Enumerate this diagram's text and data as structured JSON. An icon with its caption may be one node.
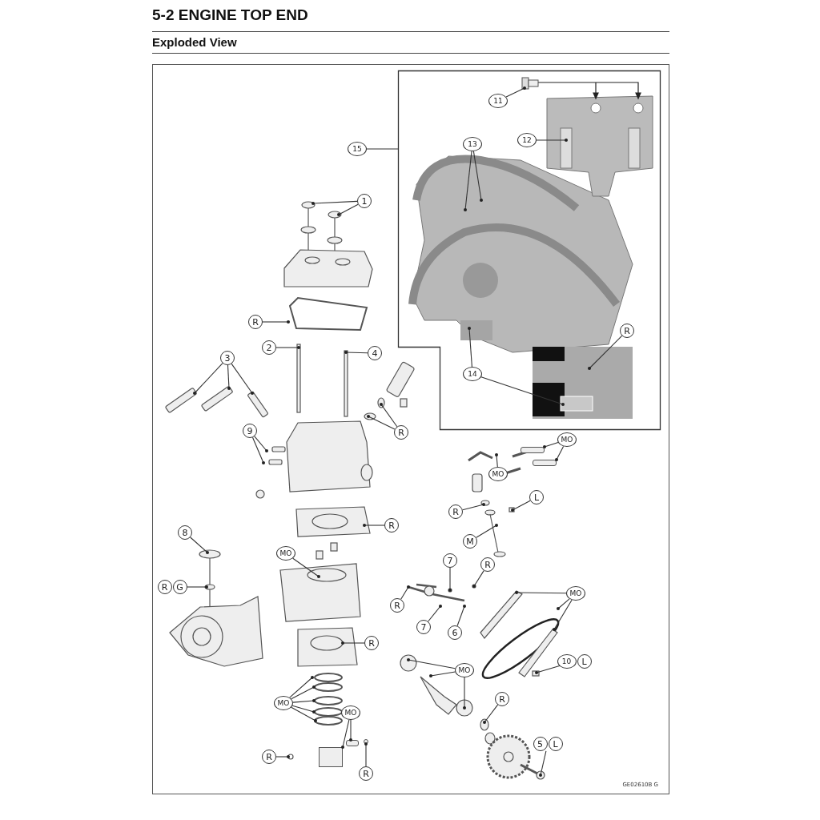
{
  "diagram": {
    "title": "5-2 ENGINE TOP END",
    "nodes": [
      {
        "text": [],
        "shape": "picture"
      },
      {
        "text": [
          "15"
        ]
      },
      {
        "text": [
          "11"
        ],
        "in": 0
      },
      {
        "text": [
          "12"
        ],
        "in": 0
      },
      {
        "text": [
          "13"
        ],
        "in": 0
      },
      {
        "text": [
          "14"
        ],
        "in": 0
      },
      {
        "text": [
          "R"
        ],
        "in": 0
      },
      {
        "text": [
          "1"
        ]
      },
      {
        "text": [
          "R"
        ]
      },
      {
        "text": [
          "2"
        ]
      },
      {
        "text": [
          "4"
        ]
      },
      {
        "text": [
          "3"
        ]
      },
      {
        "text": [
          "9"
        ]
      },
      {
        "text": [
          "R"
        ]
      },
      {
        "text": [
          "R"
        ]
      },
      {
        "text": [
          "8"
        ]
      },
      {
        "text": [
          "R",
          "G"
        ]
      },
      {
        "text": [
          "MO"
        ]
      },
      {
        "text": [
          "R"
        ]
      },
      {
        "text": [
          "MO"
        ]
      },
      {
        "text": [
          "MO"
        ]
      },
      {
        "text": [
          "R"
        ]
      },
      {
        "text": [
          "R"
        ]
      },
      {
        "text": [
          "MO"
        ]
      },
      {
        "text": [
          "MO"
        ]
      },
      {
        "text": [
          "R"
        ]
      },
      {
        "text": [
          "L"
        ]
      },
      {
        "text": [
          "M"
        ]
      },
      {
        "text": [
          "7"
        ]
      },
      {
        "text": [
          "R"
        ]
      },
      {
        "text": [
          "R"
        ]
      },
      {
        "text": [
          "7"
        ]
      },
      {
        "text": [
          "6"
        ]
      },
      {
        "text": [
          "MO"
        ]
      },
      {
        "text": [
          "10",
          "L"
        ]
      },
      {
        "text": [
          "MO"
        ]
      },
      {
        "text": [
          "R"
        ]
      },
      {
        "text": [
          "5",
          "L"
        ]
      },
      {
        "text": [],
        "shape": "bar"
      },
      {
        "text": [],
        "shape": "bar"
      },
      {
        "text": [],
        "shape": "circle"
      },
      {
        "text": [],
        "shape": "bar"
      },
      {
        "text": [],
        "shape": "box"
      }
    ],
    "edges": [
      {
        "from": 1,
        "to": 0,
        "arrow": "none"
      },
      {
        "from": 2,
        "to": null,
        "arrow": "other"
      },
      {
        "from": 3,
        "to": null,
        "arrow": "other"
      },
      {
        "from": 4,
        "to": null,
        "arrow": "other"
      },
      {
        "from": 4,
        "to": null,
        "arrow": "other"
      },
      {
        "from": 5,
        "to": null,
        "arrow": "other"
      },
      {
        "from": 5,
        "to": null,
        "arrow": "other"
      },
      {
        "from": 6,
        "to": null,
        "arrow": "other"
      },
      {
        "from": 7,
        "to": null,
        "arrow": "other"
      },
      {
        "from": 7,
        "to": null,
        "arrow": "other"
      },
      {
        "from": 8,
        "to": null,
        "arrow": "other"
      },
      {
        "from": 9,
        "to": null,
        "arrow": "other"
      },
      {
        "from": 10,
        "to": null,
        "arrow": "other"
      },
      {
        "from": 11,
        "to": null,
        "arrow": "other"
      },
      {
        "from": 11,
        "to": null,
        "arrow": "other"
      },
      {
        "from": 11,
        "to": null,
        "arrow": "other"
      },
      {
        "from": 12,
        "to": null,
        "arrow": "other"
      },
      {
        "from": 12,
        "to": null,
        "arrow": "other"
      },
      {
        "from": 13,
        "to": null,
        "arrow": "other"
      },
      {
        "from": 13,
        "to": null,
        "arrow": "other"
      },
      {
        "from": 14,
        "to": null,
        "arrow": "other"
      },
      {
        "from": 15,
        "to": null,
        "arrow": "other"
      },
      {
        "from": 16,
        "to": null,
        "arrow": "other"
      },
      {
        "from": 17,
        "to": null,
        "arrow": "other"
      },
      {
        "from": 18,
        "to": null,
        "arrow": "other"
      },
      {
        "from": 19,
        "to": null,
        "arrow": "other"
      },
      {
        "from": 19,
        "to": null,
        "arrow": "other"
      },
      {
        "from": 19,
        "to": null,
        "arrow": "other"
      },
      {
        "from": 19,
        "to": null,
        "arrow": "other"
      },
      {
        "from": 19,
        "to": null,
        "arrow": "other"
      },
      {
        "from": 20,
        "to": 42,
        "arrow": "other"
      },
      {
        "from": 20,
        "to": 39,
        "arrow": "other"
      },
      {
        "from": 21,
        "to": null,
        "arrow": "other"
      },
      {
        "from": 22,
        "to": 40,
        "arrow": "other"
      },
      {
        "from": 23,
        "to": 38,
        "arrow": "other"
      },
      {
        "from": 23,
        "to": 41,
        "arrow": "other"
      },
      {
        "from": 24,
        "to": null,
        "arrow": "other"
      },
      {
        "from": 25,
        "to": null,
        "arrow": "other"
      },
      {
        "from": 26,
        "to": null,
        "arrow": "other"
      },
      {
        "from": 27,
        "to": null,
        "arrow": "other"
      },
      {
        "from": 28,
        "to": null,
        "arrow": "other"
      },
      {
        "from": 29,
        "to": null,
        "arrow": "other"
      },
      {
        "from": 30,
        "to": null,
        "arrow": "other"
      },
      {
        "from": 31,
        "to": null,
        "arrow": "other"
      },
      {
        "from": 32,
        "to": null,
        "arrow": "other"
      },
      {
        "from": 33,
        "to": null,
        "arrow": "other"
      },
      {
        "from": 33,
        "to": null,
        "arrow": "other"
      },
      {
        "from": 33,
        "to": null,
        "arrow": "other"
      },
      {
        "from": 34,
        "to": null,
        "arrow": "other"
      },
      {
        "from": 35,
        "to": null,
        "arrow": "other"
      },
      {
        "from": 35,
        "to": null,
        "arrow": "other"
      },
      {
        "from": 35,
        "to": null,
        "arrow": "other"
      },
      {
        "from": 36,
        "to": null,
        "arrow": "other"
      },
      {
        "from": 37,
        "to": null,
        "arrow": "other"
      }
    ],
    "labels": [
      "Exploded View",
      "GE02610B G"
    ]
  }
}
